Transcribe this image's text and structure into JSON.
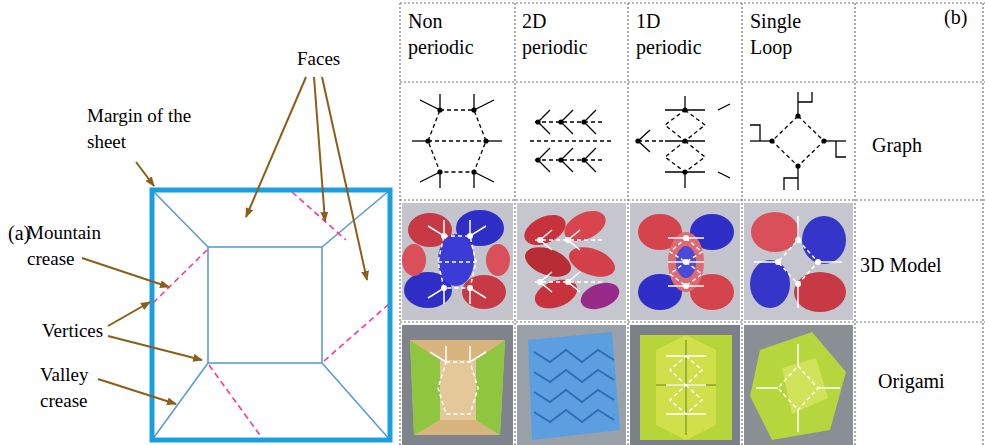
{
  "diagram": {
    "labels": [
      "(a)",
      "Margin of the sheet",
      "Faces",
      "Mountain crease",
      "Vertices",
      "Valley crease",
      "Non periodic",
      "2D periodic",
      "1D periodic",
      "Single Loop",
      "(b)",
      "Graph",
      "3D Model",
      "Origami"
    ]
  }
}
